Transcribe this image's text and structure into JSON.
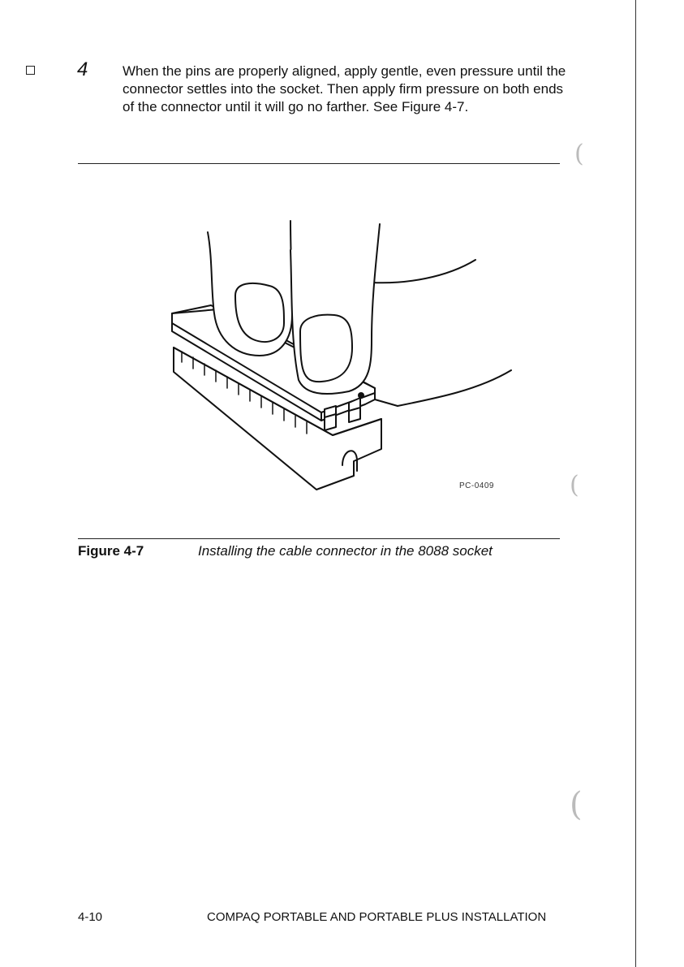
{
  "step": {
    "number": "4",
    "text": "When the pins are properly aligned, apply gentle, even pressure until the connector settles into the socket. Then apply firm pressure on both ends of the connector until it will go no farther. See Figure 4-7."
  },
  "figure": {
    "id": "PC-0409",
    "label": "Figure 4-7",
    "caption": "Installing the cable connector in the 8088 socket"
  },
  "footer": {
    "page_number": "4-10",
    "title": "COMPAQ PORTABLE AND PORTABLE PLUS INSTALLATION"
  }
}
